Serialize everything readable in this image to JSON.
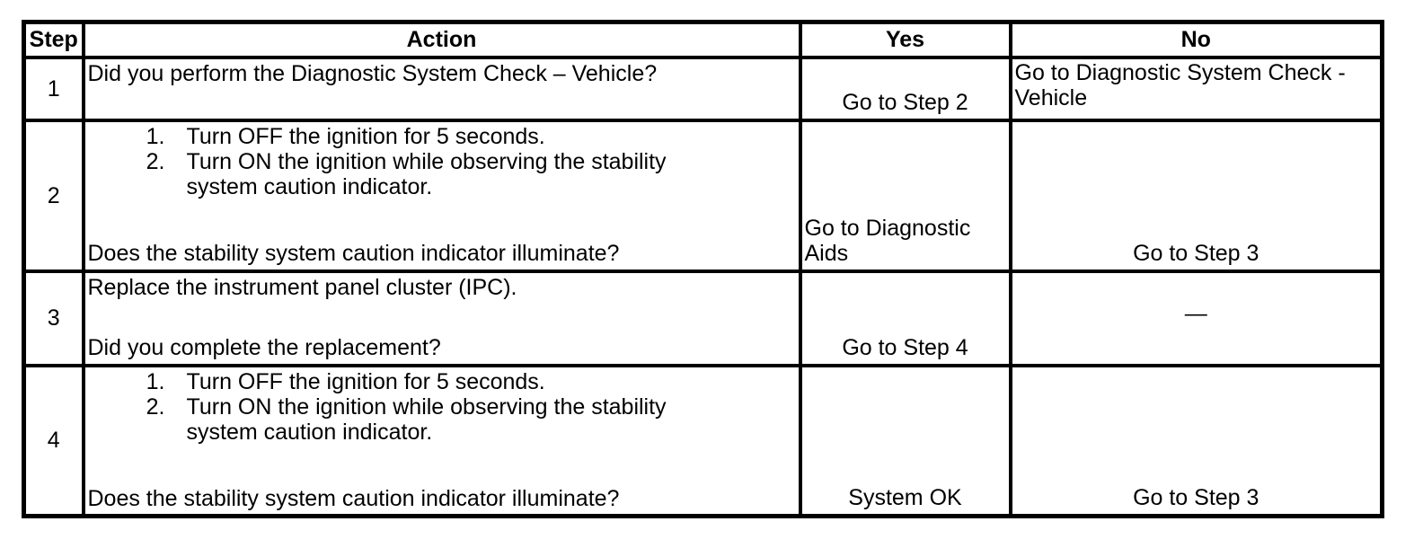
{
  "colors": {
    "border": "#000000",
    "text": "#000000",
    "background": "#ffffff"
  },
  "table": {
    "headers": {
      "step": "Step",
      "action": "Action",
      "yes": "Yes",
      "no": "No"
    },
    "rows": [
      {
        "step": "1",
        "question": "Did you perform the Diagnostic System Check – Vehicle?",
        "yes": "Go to Step 2",
        "no": "Go to Diagnostic System Check - Vehicle"
      },
      {
        "step": "2",
        "list": [
          {
            "num": "1.",
            "text": "Turn OFF the ignition for 5 seconds."
          },
          {
            "num": "2.",
            "text": "Turn ON the ignition while observing the stability system caution indicator."
          }
        ],
        "question": "Does the stability system caution indicator illuminate?",
        "yes": "Go to Diagnostic Aids",
        "no": "Go to Step 3"
      },
      {
        "step": "3",
        "statement": "Replace the instrument panel cluster (IPC).",
        "question": "Did you complete the replacement?",
        "yes": "Go to Step 4",
        "no": "—"
      },
      {
        "step": "4",
        "list": [
          {
            "num": "1.",
            "text": "Turn OFF the ignition for 5 seconds."
          },
          {
            "num": "2.",
            "text": "Turn ON the ignition while observing the stability system caution indicator."
          }
        ],
        "question": "Does the stability system caution indicator illuminate?",
        "yes": "System OK",
        "no": "Go to Step 3"
      }
    ]
  }
}
